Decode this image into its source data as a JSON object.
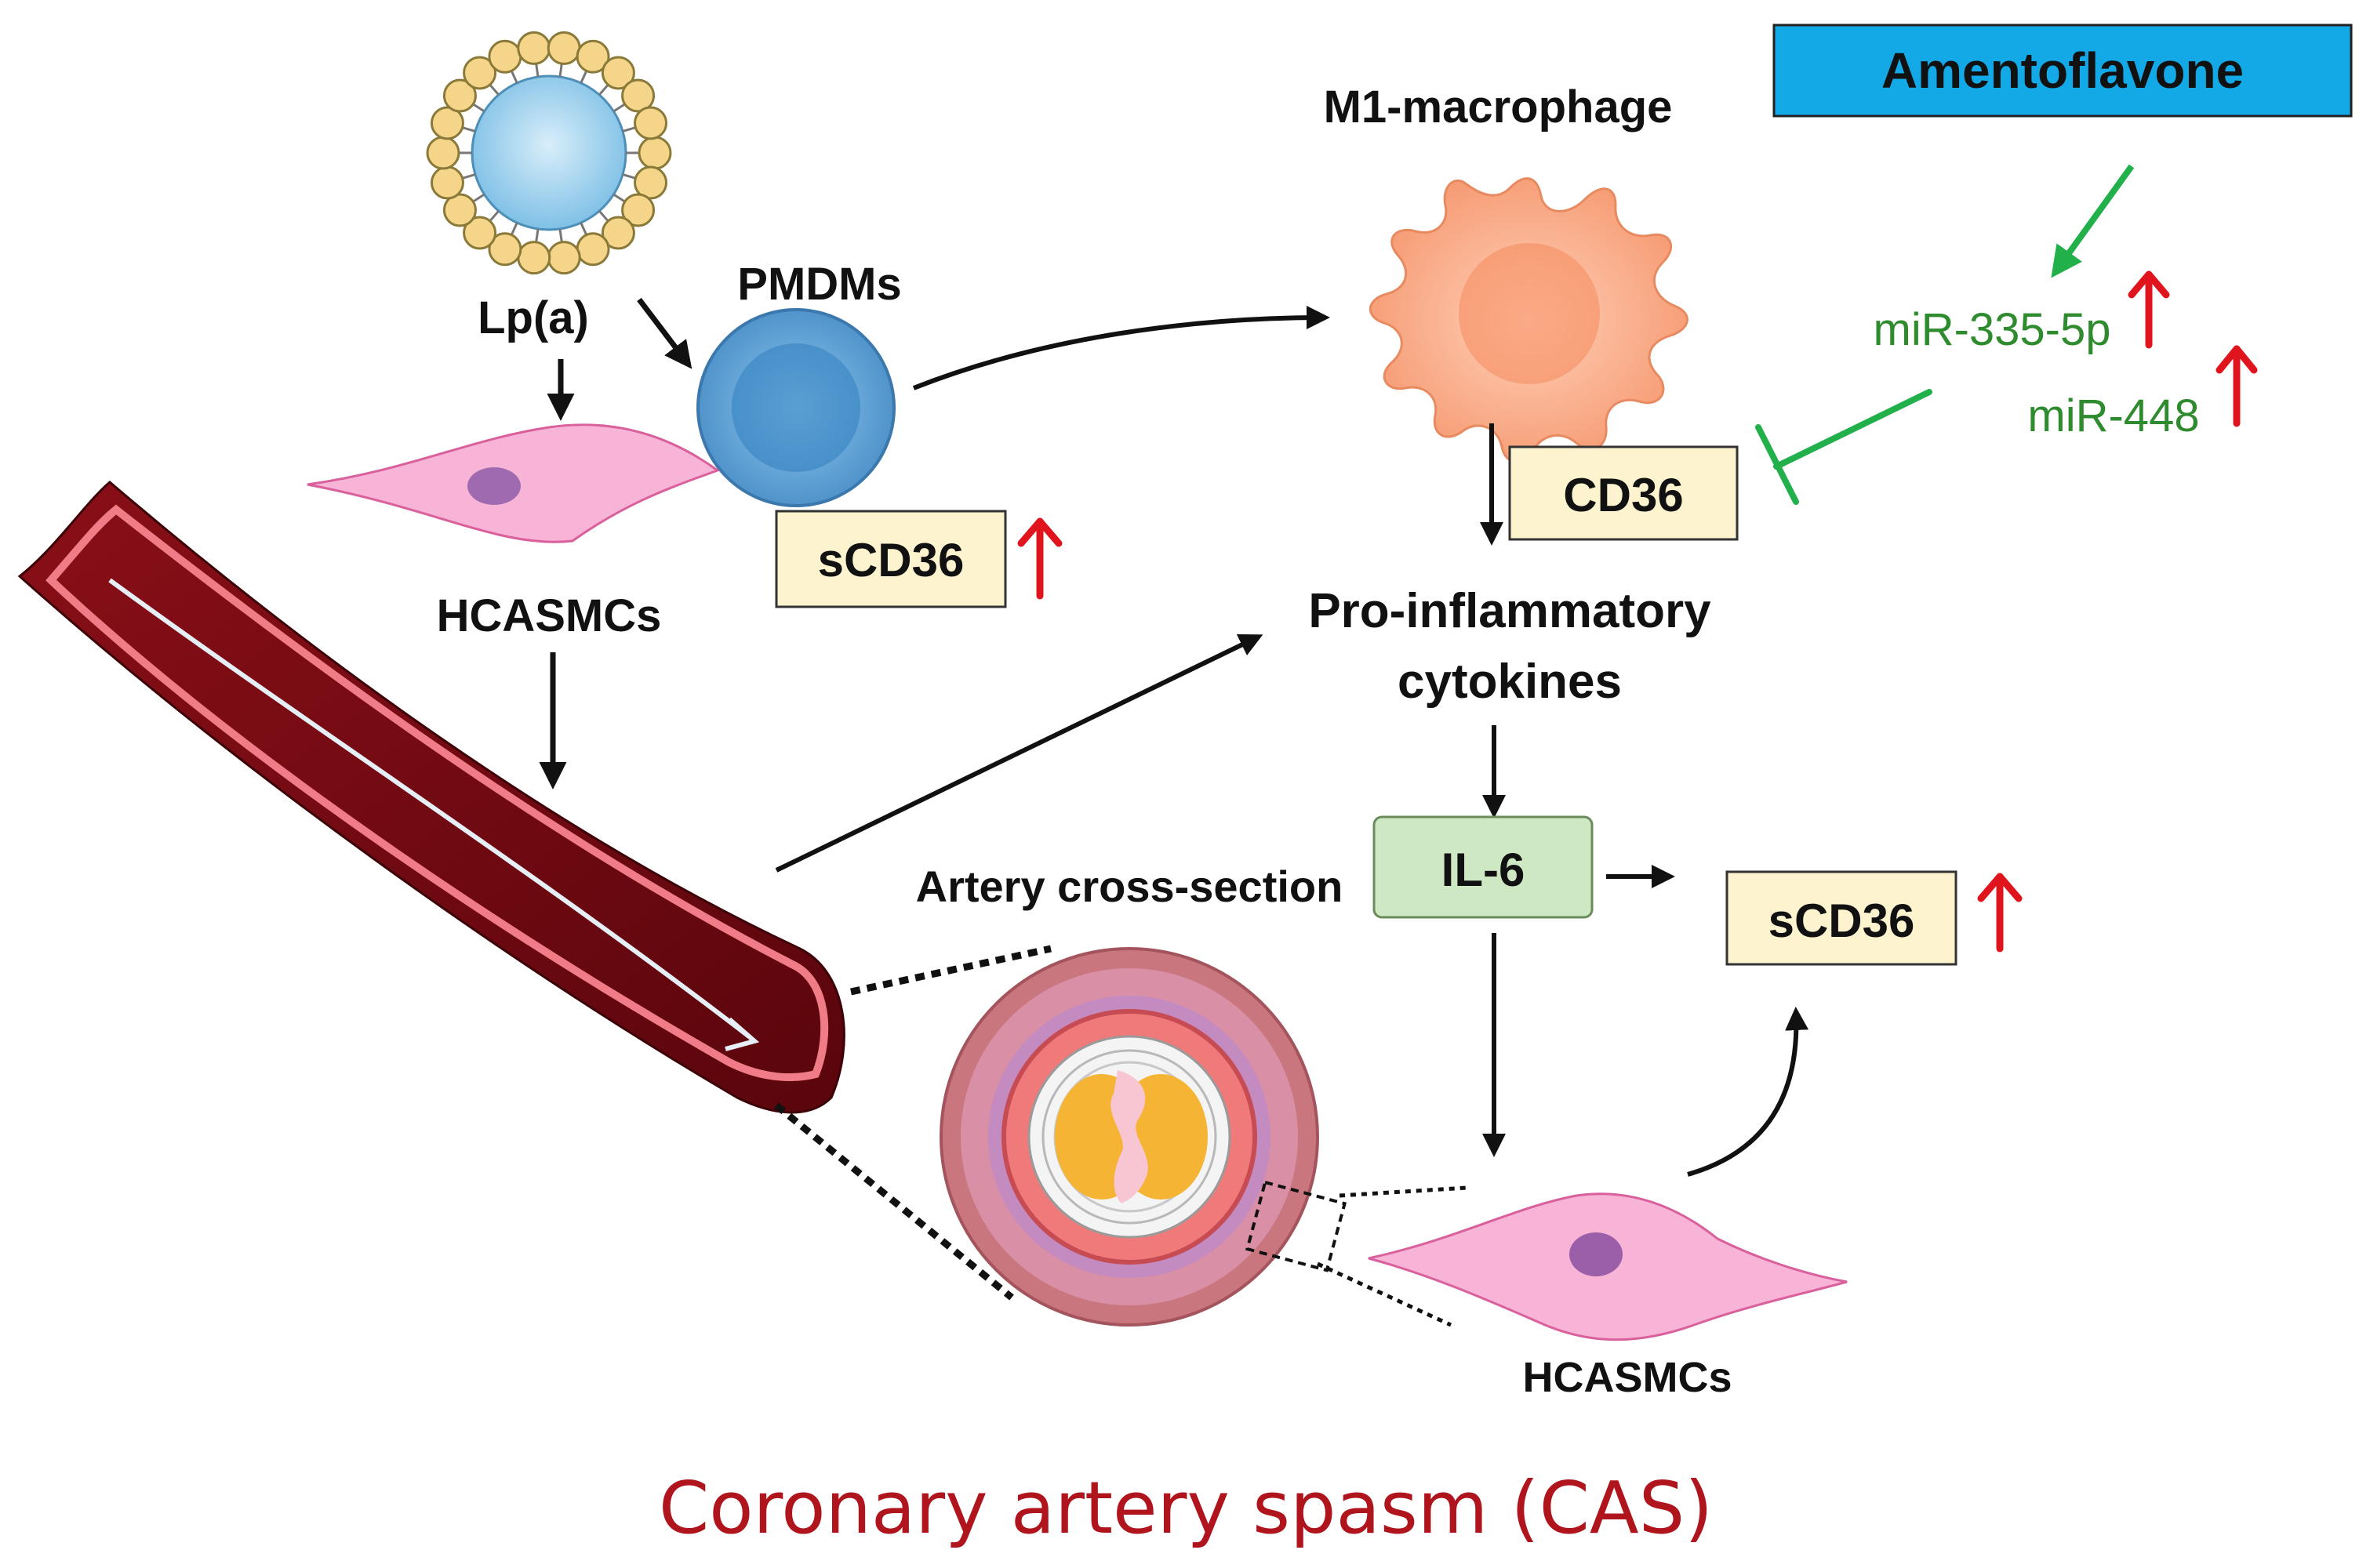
{
  "diagram": {
    "amentoflavone": "Amentoflavone",
    "m1_macrophage": "M1-macrophage",
    "lpa": "Lp(a)",
    "pmdms": "PMDMs",
    "hcasmcs_top": "HCASMCs",
    "scd36_left": "sCD36",
    "cd36": "CD36",
    "pro_inflammatory_line1": "Pro-inflammatory",
    "pro_inflammatory_line2": "cytokines",
    "il6": "IL-6",
    "scd36_right": "sCD36",
    "artery_cross_section": "Artery cross-section",
    "hcasmcs_bottom": "HCASMCs",
    "mir_335": "miR-335-5p",
    "mir_448": "miR-448",
    "title": "Coronary artery spasm (CAS)"
  },
  "colors": {
    "amentoflavone_box": "#12a9e6",
    "label_box": "#fdf3cf",
    "il6_box": "#cfe8c4",
    "mirna_text": "#2e8b2e",
    "inhibit_arrow": "#22b04b",
    "up_arrow": "#e0141c",
    "title": "#b0141c",
    "macrophage": "#f6a27f",
    "monocyte": "#5aa6d8",
    "smooth_muscle_cell": "#f5a6cf",
    "artery": "#7a0a12"
  },
  "icons": [
    "lipoprotein-icon",
    "monocyte-icon",
    "macrophage-icon",
    "smooth-muscle-cell-icon",
    "artery-icon",
    "artery-cross-section-icon"
  ]
}
